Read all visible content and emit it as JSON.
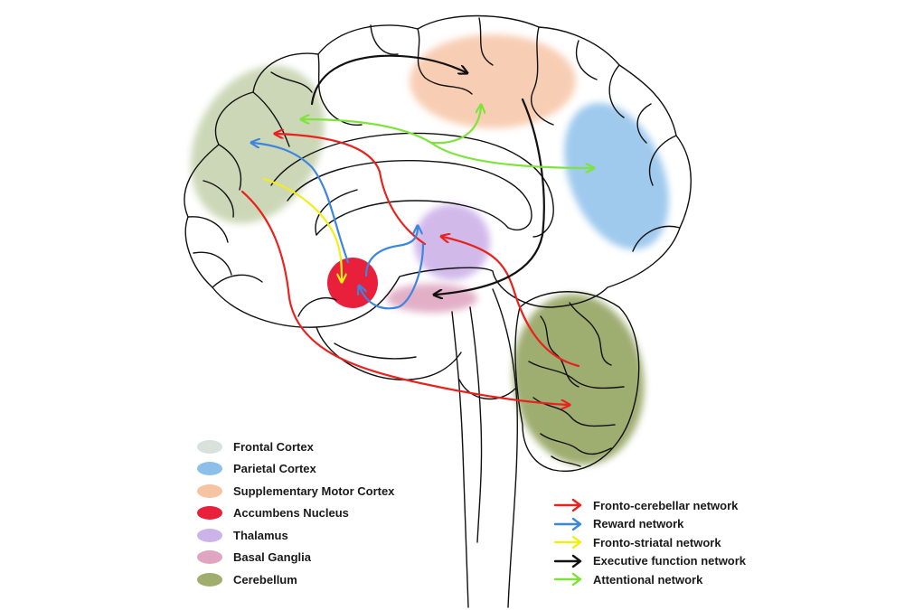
{
  "colors": {
    "frontal": "#c9d7c9",
    "parietal": "#7fb8e8",
    "sma": "#f5b994",
    "accumbens": "#e8203c",
    "thalamus": "#c6a8e6",
    "basal_ganglia": "#dc9cba",
    "cerebellum": "#8e9f58",
    "frontal_area": "#b7c79a",
    "outline": "#111111",
    "fronto_cerebellar": "#e8221c",
    "reward": "#3d86e0",
    "fronto_striatal": "#f2ee1a",
    "executive": "#111111",
    "attentional": "#7ee33a"
  },
  "regions_legend": [
    {
      "label": "Frontal Cortex",
      "color": "#d9e1dd"
    },
    {
      "label": "Parietal Cortex",
      "color": "#8cc0ea"
    },
    {
      "label": "Supplementary Motor Cortex",
      "color": "#f6c4a3"
    },
    {
      "label": "Accumbens Nucleus",
      "color": "#e8203c"
    },
    {
      "label": "Thalamus",
      "color": "#ccb4ea"
    },
    {
      "label": "Basal Ganglia",
      "color": "#e0a6c1"
    },
    {
      "label": "Cerebellum",
      "color": "#a0ad6e"
    }
  ],
  "networks_legend": [
    {
      "label": "Fronto-cerebellar network",
      "color": "#e8221c"
    },
    {
      "label": "Reward network",
      "color": "#3d86e0"
    },
    {
      "label": "Fronto-striatal network",
      "color": "#f2ee1a"
    },
    {
      "label": "Executive function network",
      "color": "#111111"
    },
    {
      "label": " Attentional network",
      "color": "#7ee33a"
    }
  ]
}
